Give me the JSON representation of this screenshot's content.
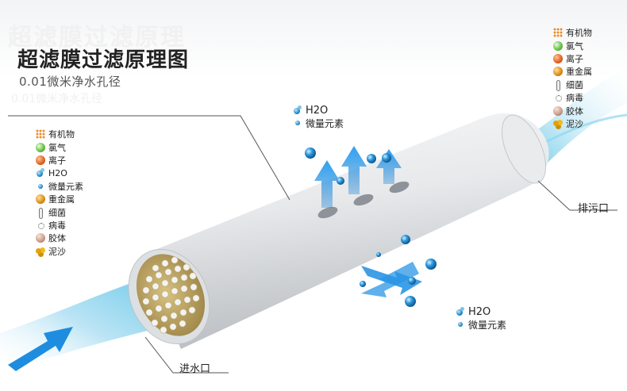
{
  "header": {
    "title": "超滤膜过滤原理图",
    "subtitle": "0.01微米净水孔径",
    "ghost_title": "超滤膜过滤原理",
    "ghost_subtitle": "0.01微米净水孔径"
  },
  "contaminant_legend": [
    {
      "icon": "organic-matter-icon",
      "label": "有机物"
    },
    {
      "icon": "chlorine-icon",
      "label": "氯气"
    },
    {
      "icon": "ion-icon",
      "label": "离子"
    },
    {
      "icon": "h2o-icon",
      "label": "H2O"
    },
    {
      "icon": "trace-element-icon",
      "label": "微量元素"
    },
    {
      "icon": "heavy-metal-icon",
      "label": "重金属"
    },
    {
      "icon": "bacteria-icon",
      "label": "细菌"
    },
    {
      "icon": "virus-icon",
      "label": "病毒"
    },
    {
      "icon": "colloid-icon",
      "label": "胶体"
    },
    {
      "icon": "sediment-icon",
      "label": "泥沙"
    }
  ],
  "outlet_legend": [
    {
      "icon": "organic-matter-icon",
      "label": "有机物"
    },
    {
      "icon": "chlorine-icon",
      "label": "氯气"
    },
    {
      "icon": "ion-icon",
      "label": "离子"
    },
    {
      "icon": "heavy-metal-icon",
      "label": "重金属"
    },
    {
      "icon": "bacteria-icon",
      "label": "细菌"
    },
    {
      "icon": "virus-icon",
      "label": "病毒"
    },
    {
      "icon": "colloid-icon",
      "label": "胶体"
    },
    {
      "icon": "sediment-icon",
      "label": "泥沙"
    }
  ],
  "permeate_top": {
    "h2o": "H2O",
    "trace": "微量元素"
  },
  "permeate_bottom": {
    "h2o": "H2O",
    "trace": "微量元素"
  },
  "labels": {
    "outlet": "排污口",
    "inlet": "进水口"
  },
  "colors": {
    "arrow_blue": "#1e8de0",
    "membrane_core": "#c9b06a",
    "tube": "#eceeef"
  }
}
